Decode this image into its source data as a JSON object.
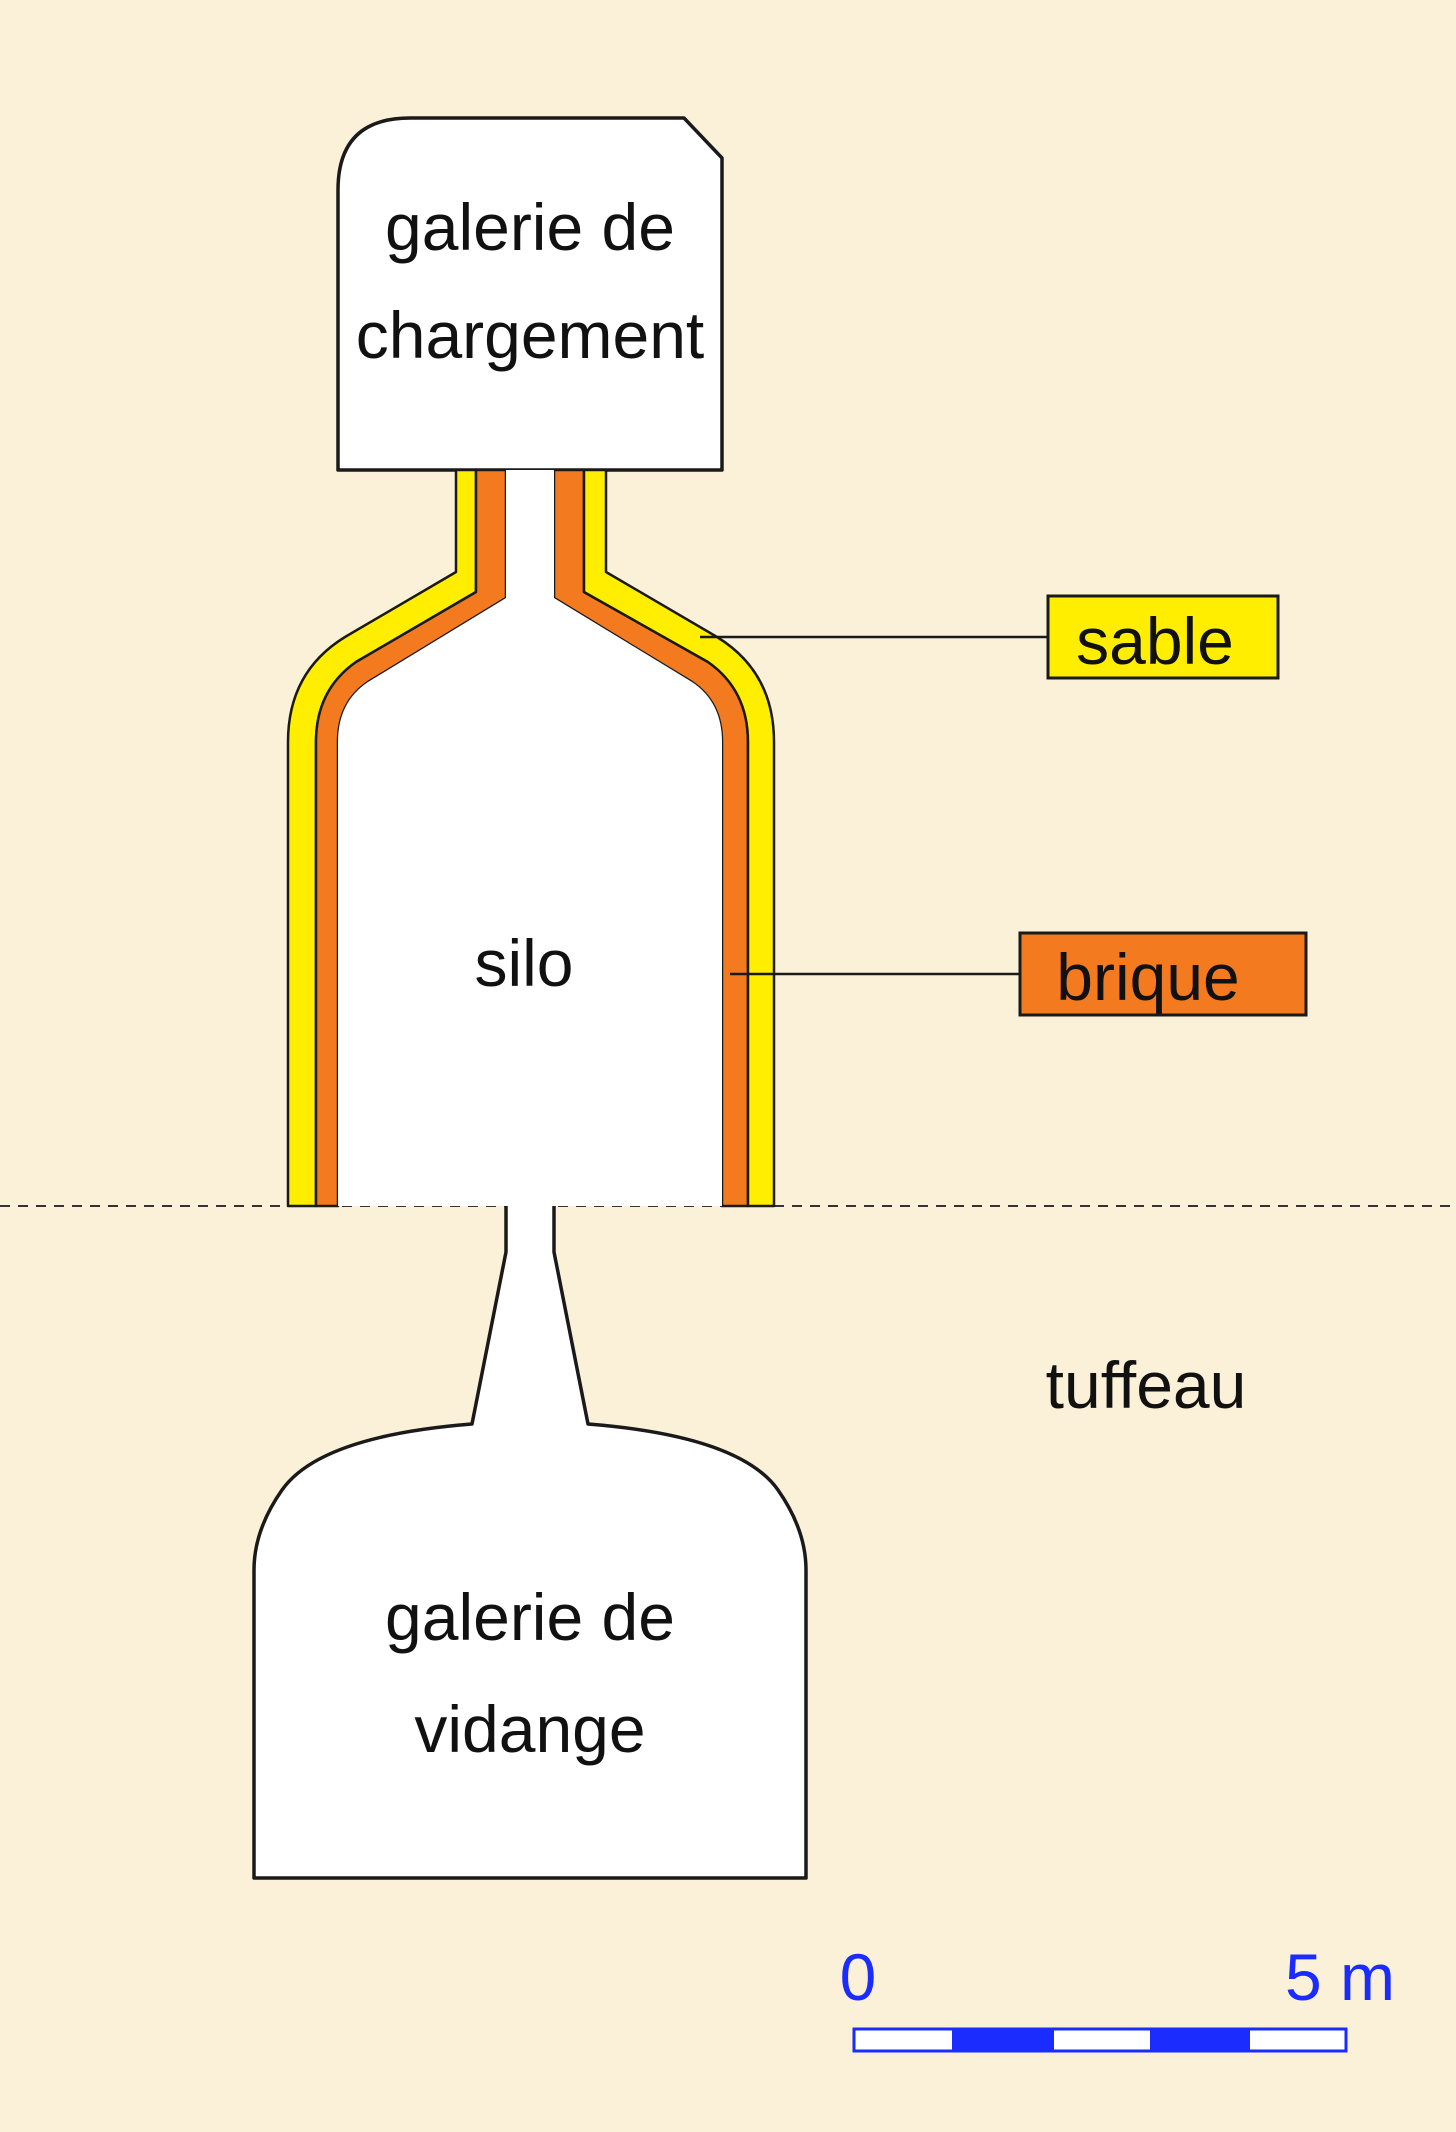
{
  "labels": {
    "loading_gallery_line1": "galerie de",
    "loading_gallery_line2": "chargement",
    "silo": "silo",
    "sand": "sable",
    "brick": "brique",
    "tuffeau": "tuffeau",
    "emptying_gallery_line1": "galerie de",
    "emptying_gallery_line2": "vidange"
  },
  "scale_bar": {
    "start_label": "0",
    "end_label": "5 m"
  },
  "colors": {
    "background": "#fbf1d9",
    "cavity": "#ffffff",
    "outline": "#1a1a1a",
    "sand": "#ffee00",
    "brick": "#f47a20",
    "scale": "#1a2cff"
  }
}
